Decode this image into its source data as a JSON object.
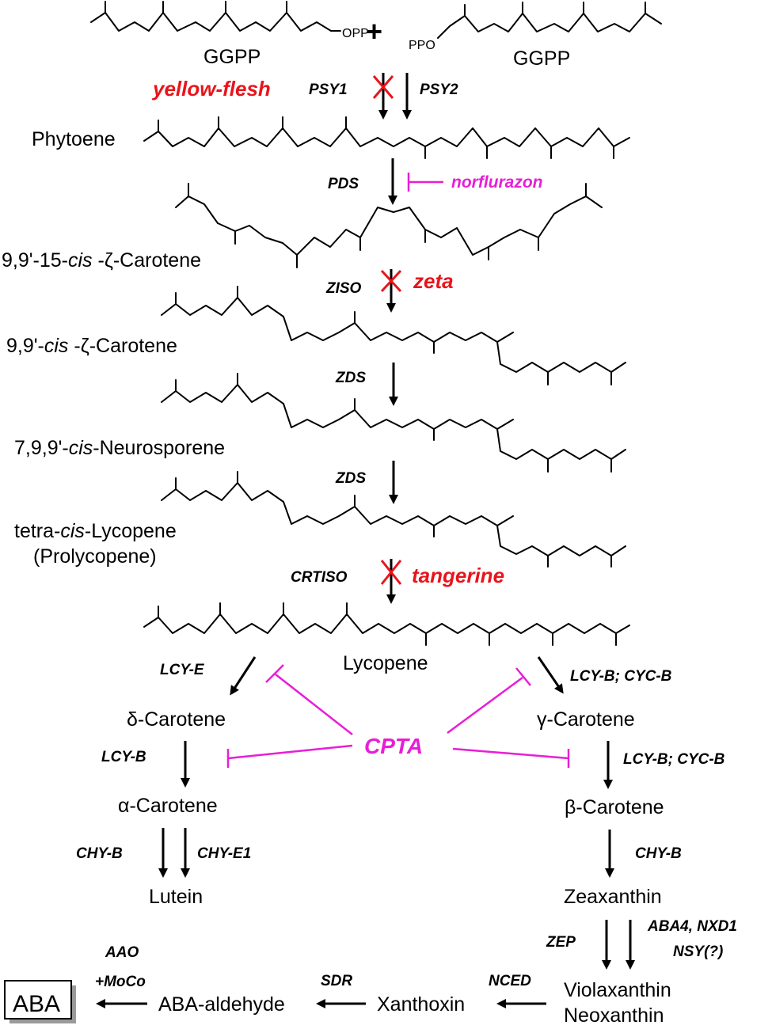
{
  "colors": {
    "mutant": "#e8141b",
    "inhibitor": "#e81ed6",
    "text": "#000000"
  },
  "substrates": {
    "ggpp_left": "GGPP",
    "ggpp_right": "GGPP",
    "plus": "+",
    "opp": "OPP",
    "ppo": "PPO"
  },
  "compounds": {
    "phytoene": "Phytoene",
    "zeta15": {
      "pre": "9,9'-15-",
      "italic": "cis",
      "post": " -ζ-Carotene"
    },
    "zeta9": {
      "pre": "9,9'-",
      "italic": "cis",
      "post": " -ζ-Carotene"
    },
    "neurosporene": {
      "pre": "7,9,9'-",
      "italic": "cis",
      "post": "-Neurosporene"
    },
    "prolycopene": {
      "pre": "tetra-",
      "italic": "cis",
      "post": "-Lycopene",
      "line2": "(Prolycopene)"
    },
    "lycopene": "Lycopene",
    "delta": "δ-Carotene",
    "gamma": "γ-Carotene",
    "alpha": "α-Carotene",
    "beta": "β-Carotene",
    "lutein": "Lutein",
    "zeaxanthin": "Zeaxanthin",
    "violaxanthin": "Violaxanthin",
    "neoxanthin": "Neoxanthin",
    "xanthoxin": "Xanthoxin",
    "aba_aldehyde": "ABA-aldehyde",
    "aba": "ABA"
  },
  "enzymes": {
    "psy1": "PSY1",
    "psy2": "PSY2",
    "pds": "PDS",
    "ziso": "ZISO",
    "zds1": "ZDS",
    "zds2": "ZDS",
    "crtiso": "CRTISO",
    "lcye": "LCY-E",
    "lcyb_cycb_1": "LCY-B; CYC-B",
    "lcyb": "LCY-B",
    "lcyb_cycb_2": "LCY-B; CYC-B",
    "chyb_left": "CHY-B",
    "chye1": "CHY-E1",
    "chyb_right": "CHY-B",
    "zep": "ZEP",
    "aba4_nxd1": "ABA4, NXD1",
    "nsy": "NSY(?)",
    "nced": "NCED",
    "sdr": "SDR",
    "aao": "AAO",
    "moco": "+MoCo"
  },
  "mutants": {
    "yellow_flesh": "yellow-flesh",
    "zeta": "zeta",
    "tangerine": "tangerine"
  },
  "inhibitors": {
    "norflurazon": "norflurazon",
    "cpta": "CPTA"
  }
}
